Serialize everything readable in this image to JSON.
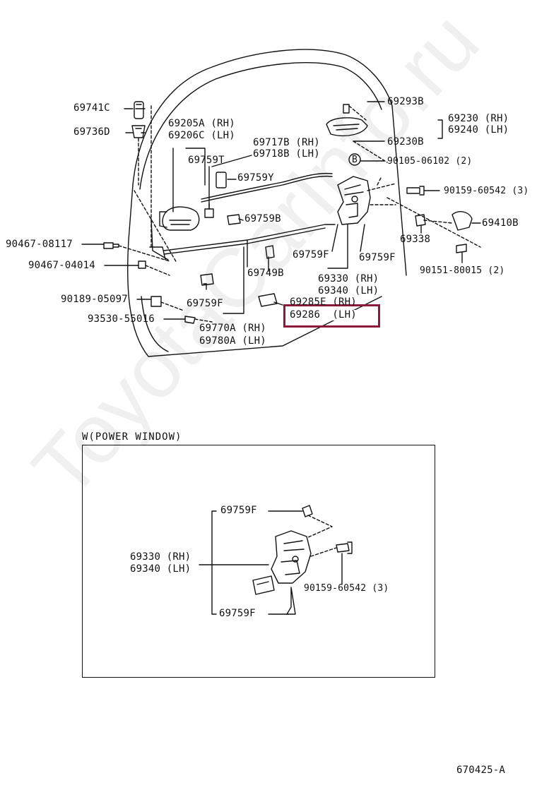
{
  "watermark": "ToyotaCarInfo.ru",
  "highlight_color": "#8a1a3a",
  "section_title": "W(POWER WINDOW)",
  "figure_id": "670425-A",
  "labels": {
    "l69741C": "69741C",
    "l69736D": "69736D",
    "l69205A": "69205A (RH)",
    "l69206C": "69206C (LH)",
    "l69717B": "69717B (RH)",
    "l69718B": "69718B (LH)",
    "l69759T": "69759T",
    "l69759Y": "69759Y",
    "l69759B": "69759B",
    "l90467_08117": "90467-08117",
    "l90467_04014": "90467-04014",
    "l90189_05097": "90189-05097",
    "l93530_55016": "93530-55016",
    "l69759F_left": "69759F",
    "l69770A": "69770A (RH)",
    "l69780A": "69780A (LH)",
    "l69749B": "69749B",
    "l69285E": "69285E (RH)",
    "l69286": "69286  (LH)",
    "l69330_top": "69330 (RH)",
    "l69340_top": "69340 (LH)",
    "l69759F_mid1": "69759F",
    "l69759F_mid2": "69759F",
    "l69293B": "69293B",
    "l69230": "69230 (RH)",
    "l69240": "69240 (LH)",
    "l69230B": "69230B",
    "callout_B": "B",
    "l90105": "90105-06102 (2)",
    "l90159_top": "90159-60542 (3)",
    "l69338": "69338",
    "l69410B": "69410B",
    "l90151": "90151-80015 (2)",
    "w_69759F_top": "69759F",
    "w_69330": "69330 (RH)",
    "w_69340": "69340 (LH)",
    "w_90159": "90159-60542 (3)",
    "w_69759F_bot": "69759F"
  }
}
